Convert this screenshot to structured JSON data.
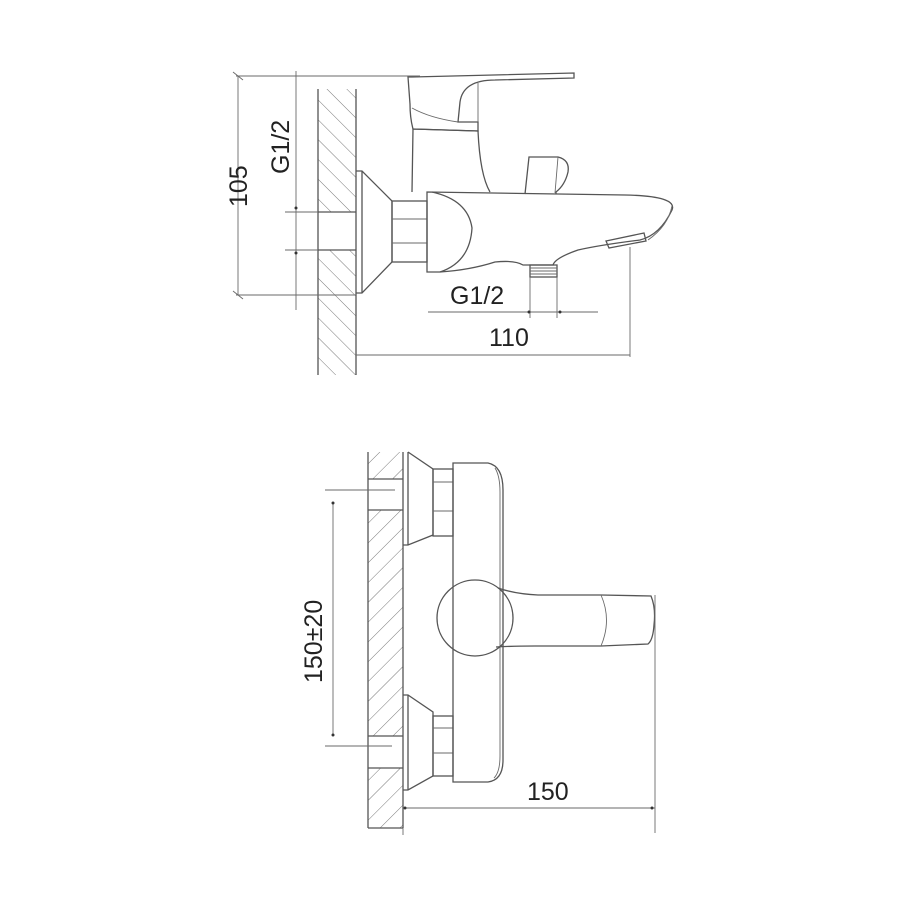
{
  "diagram": {
    "subject": "Wall-mounted bath mixer faucet technical drawing",
    "colors": {
      "line": "#555555",
      "text": "#222222",
      "background": "#ffffff"
    },
    "side_view": {
      "name": "side-view",
      "dimensions": {
        "height": "105",
        "inlet_thread": "G1/2",
        "outlet_thread": "G1/2",
        "projection": "110"
      }
    },
    "top_view": {
      "name": "top-view",
      "dimensions": {
        "center_distance": "150±20",
        "depth": "150"
      }
    }
  }
}
